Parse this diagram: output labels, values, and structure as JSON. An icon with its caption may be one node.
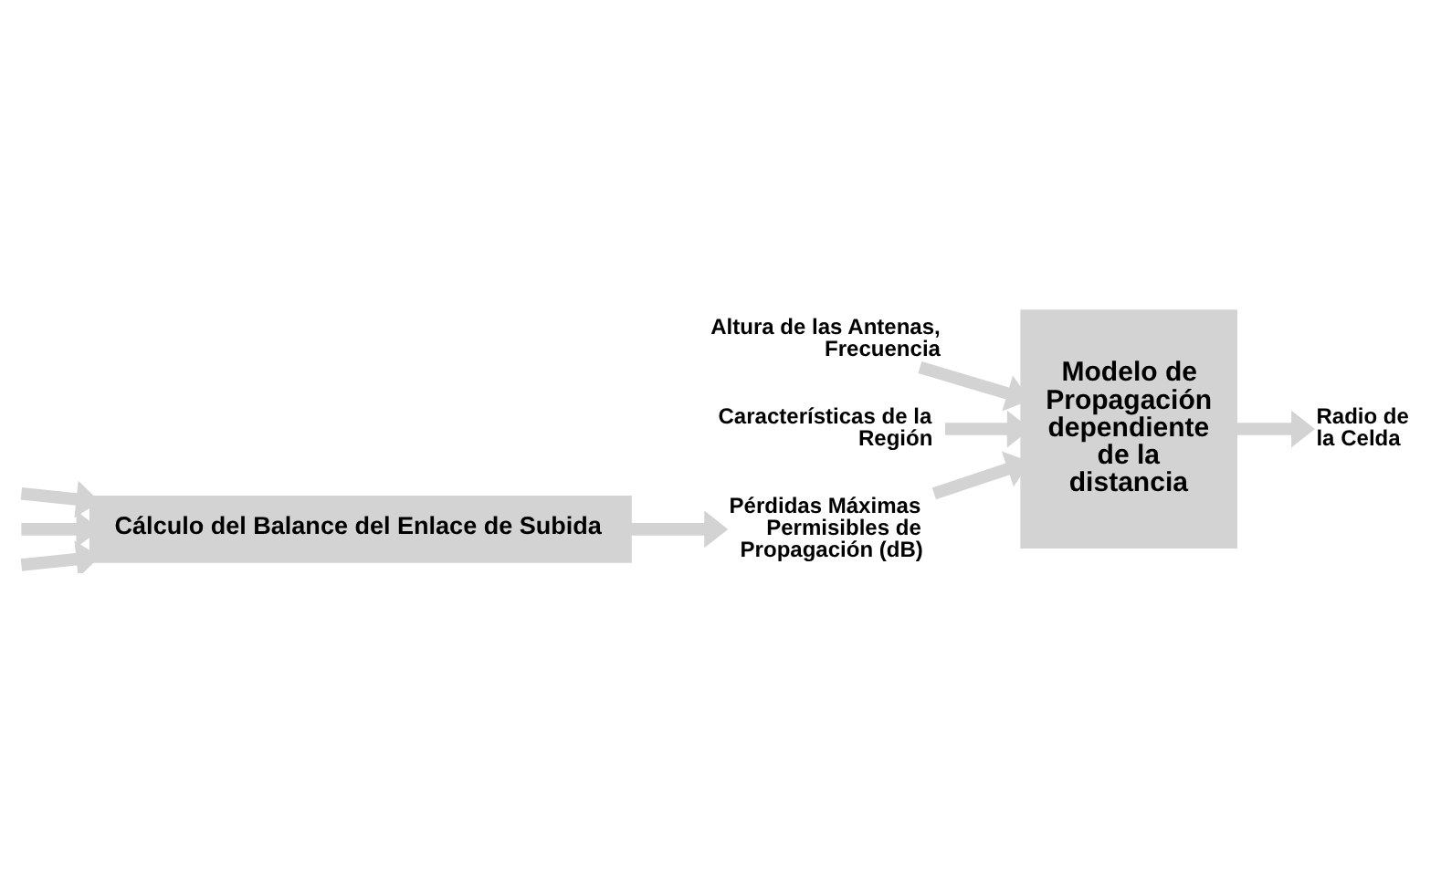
{
  "diagram": {
    "nodes": [
      {
        "text": [
          "Cálculo del Balance del Enlace de Subida"
        ]
      },
      {
        "text": [
          "Pérdidas Máximas Permisibles de Propagación (dB)"
        ]
      },
      {
        "text": [
          "Altura de las Antenas, Frecuencia"
        ]
      },
      {
        "text": [
          "Características de la Región"
        ]
      },
      {
        "text": [
          "Modelo de Propagación dependiente de la distancia"
        ]
      },
      {
        "text": [
          "Radio de la Celda"
        ]
      }
    ],
    "edges": [
      {
        "from": null,
        "to": 0,
        "arrow": "to"
      },
      {
        "from": null,
        "to": 0,
        "arrow": "to"
      },
      {
        "from": null,
        "to": 0,
        "arrow": "to"
      },
      {
        "from": 0,
        "to": 1,
        "arrow": "to"
      },
      {
        "from": 1,
        "to": 4,
        "arrow": "to"
      },
      {
        "from": 2,
        "to": 4,
        "arrow": "to"
      },
      {
        "from": 3,
        "to": 4,
        "arrow": "to"
      },
      {
        "from": 4,
        "to": 5,
        "arrow": "to"
      }
    ]
  }
}
